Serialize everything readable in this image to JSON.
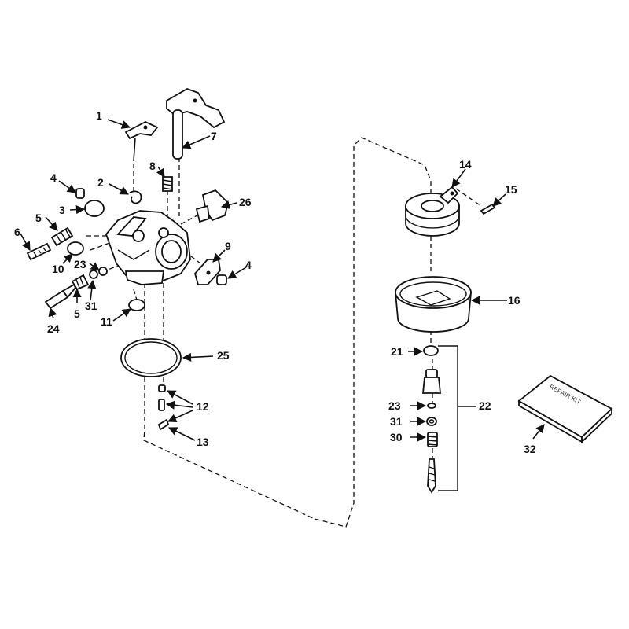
{
  "diagram": {
    "callouts": {
      "p1": "1",
      "p2": "2",
      "p3": "3",
      "p4a": "4",
      "p4b": "4",
      "p5a": "5",
      "p5b": "5",
      "p6": "6",
      "p7": "7",
      "p8": "8",
      "p9": "9",
      "p10": "10",
      "p11": "11",
      "p12": "12",
      "p13": "13",
      "p14": "14",
      "p15": "15",
      "p16": "16",
      "p21": "21",
      "p22": "22",
      "p23a": "23",
      "p23b": "23",
      "p24": "24",
      "p25": "25",
      "p26": "26",
      "p30": "30",
      "p31a": "31",
      "p31b": "31",
      "p32": "32"
    },
    "kit_text": "REPAIR KIT"
  }
}
